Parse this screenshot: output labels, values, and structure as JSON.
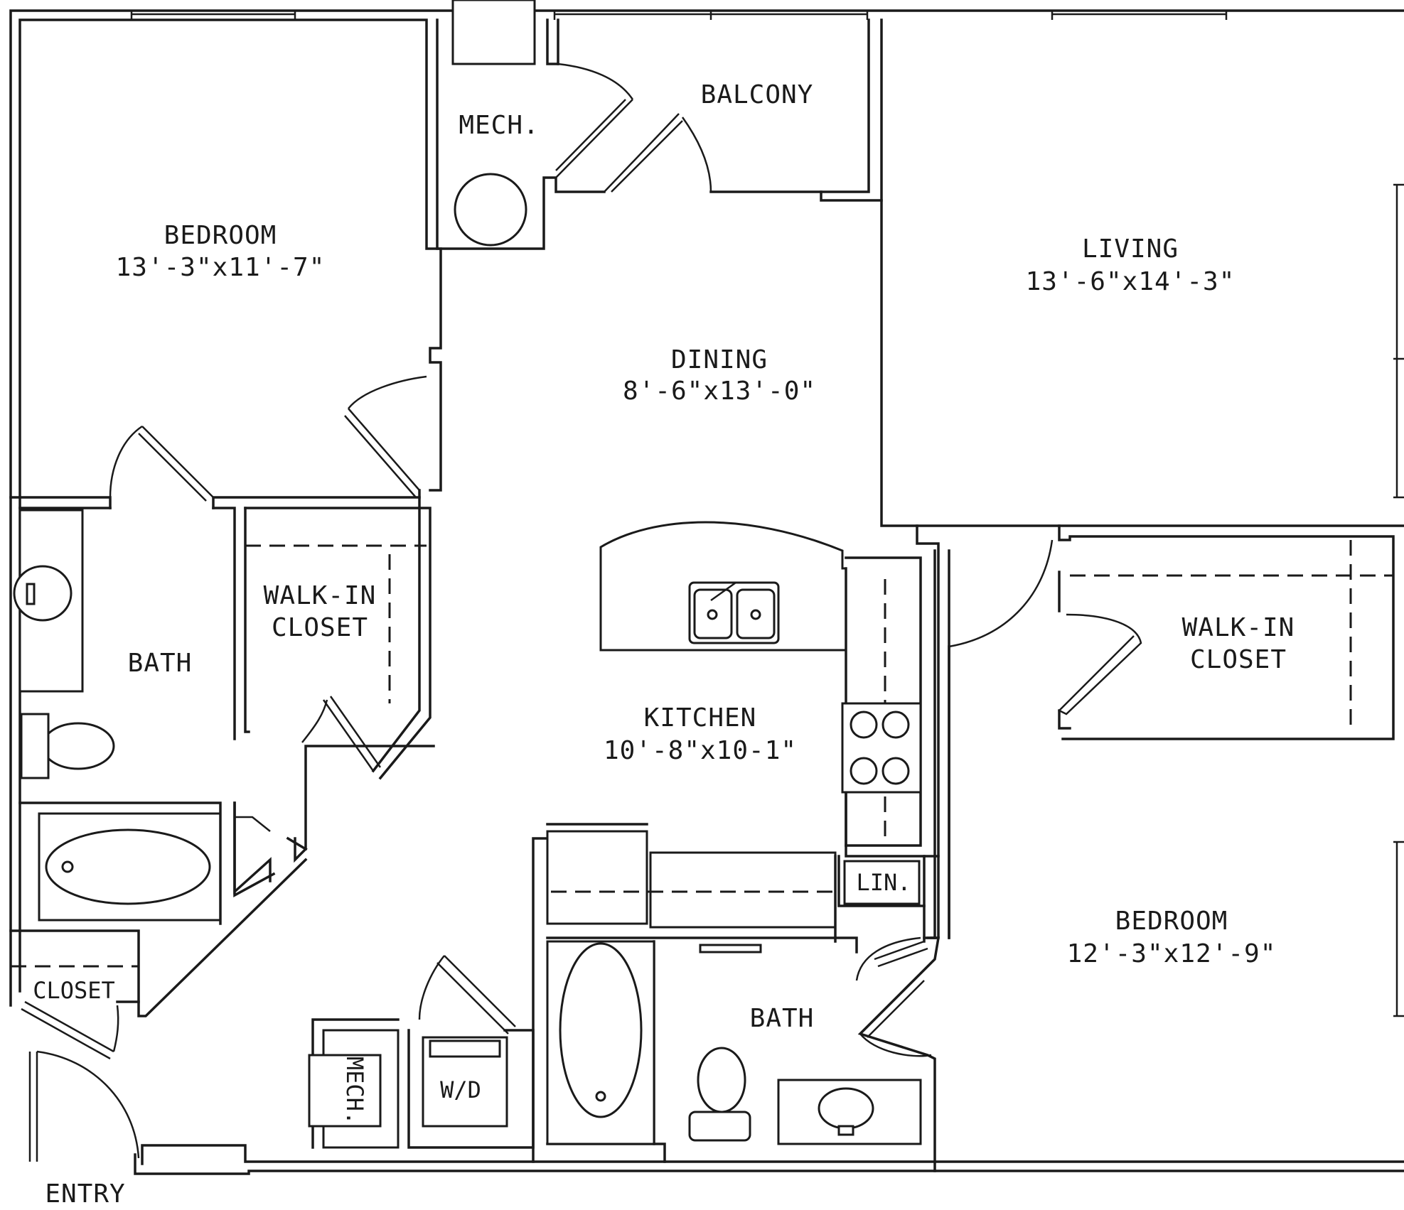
{
  "rooms": {
    "bedroom_1": {
      "name": "BEDROOM",
      "size": "13'-3\"x11'-7\""
    },
    "living": {
      "name": "LIVING",
      "size": "13'-6\"x14'-3\""
    },
    "dining": {
      "name": "DINING",
      "size": "8'-6\"x13'-0\""
    },
    "kitchen": {
      "name": "KITCHEN",
      "size": "10'-8\"x10-1\""
    },
    "bedroom_2": {
      "name": "BEDROOM",
      "size": "12'-3\"x12'-9\""
    },
    "balcony": {
      "name": "BALCONY"
    },
    "mech_top": {
      "name": "MECH."
    },
    "bath_1": {
      "name": "BATH"
    },
    "bath_2": {
      "name": "BATH"
    },
    "walkin_1": {
      "line1": "WALK-IN",
      "line2": "CLOSET"
    },
    "walkin_2": {
      "line1": "WALK-IN",
      "line2": "CLOSET"
    },
    "closet": {
      "name": "CLOSET"
    },
    "linen": {
      "name": "LIN."
    },
    "washer_dryer": {
      "name": "W/D"
    },
    "mech_bottom": {
      "name": "MECH."
    },
    "entry": {
      "name": "ENTRY"
    }
  }
}
